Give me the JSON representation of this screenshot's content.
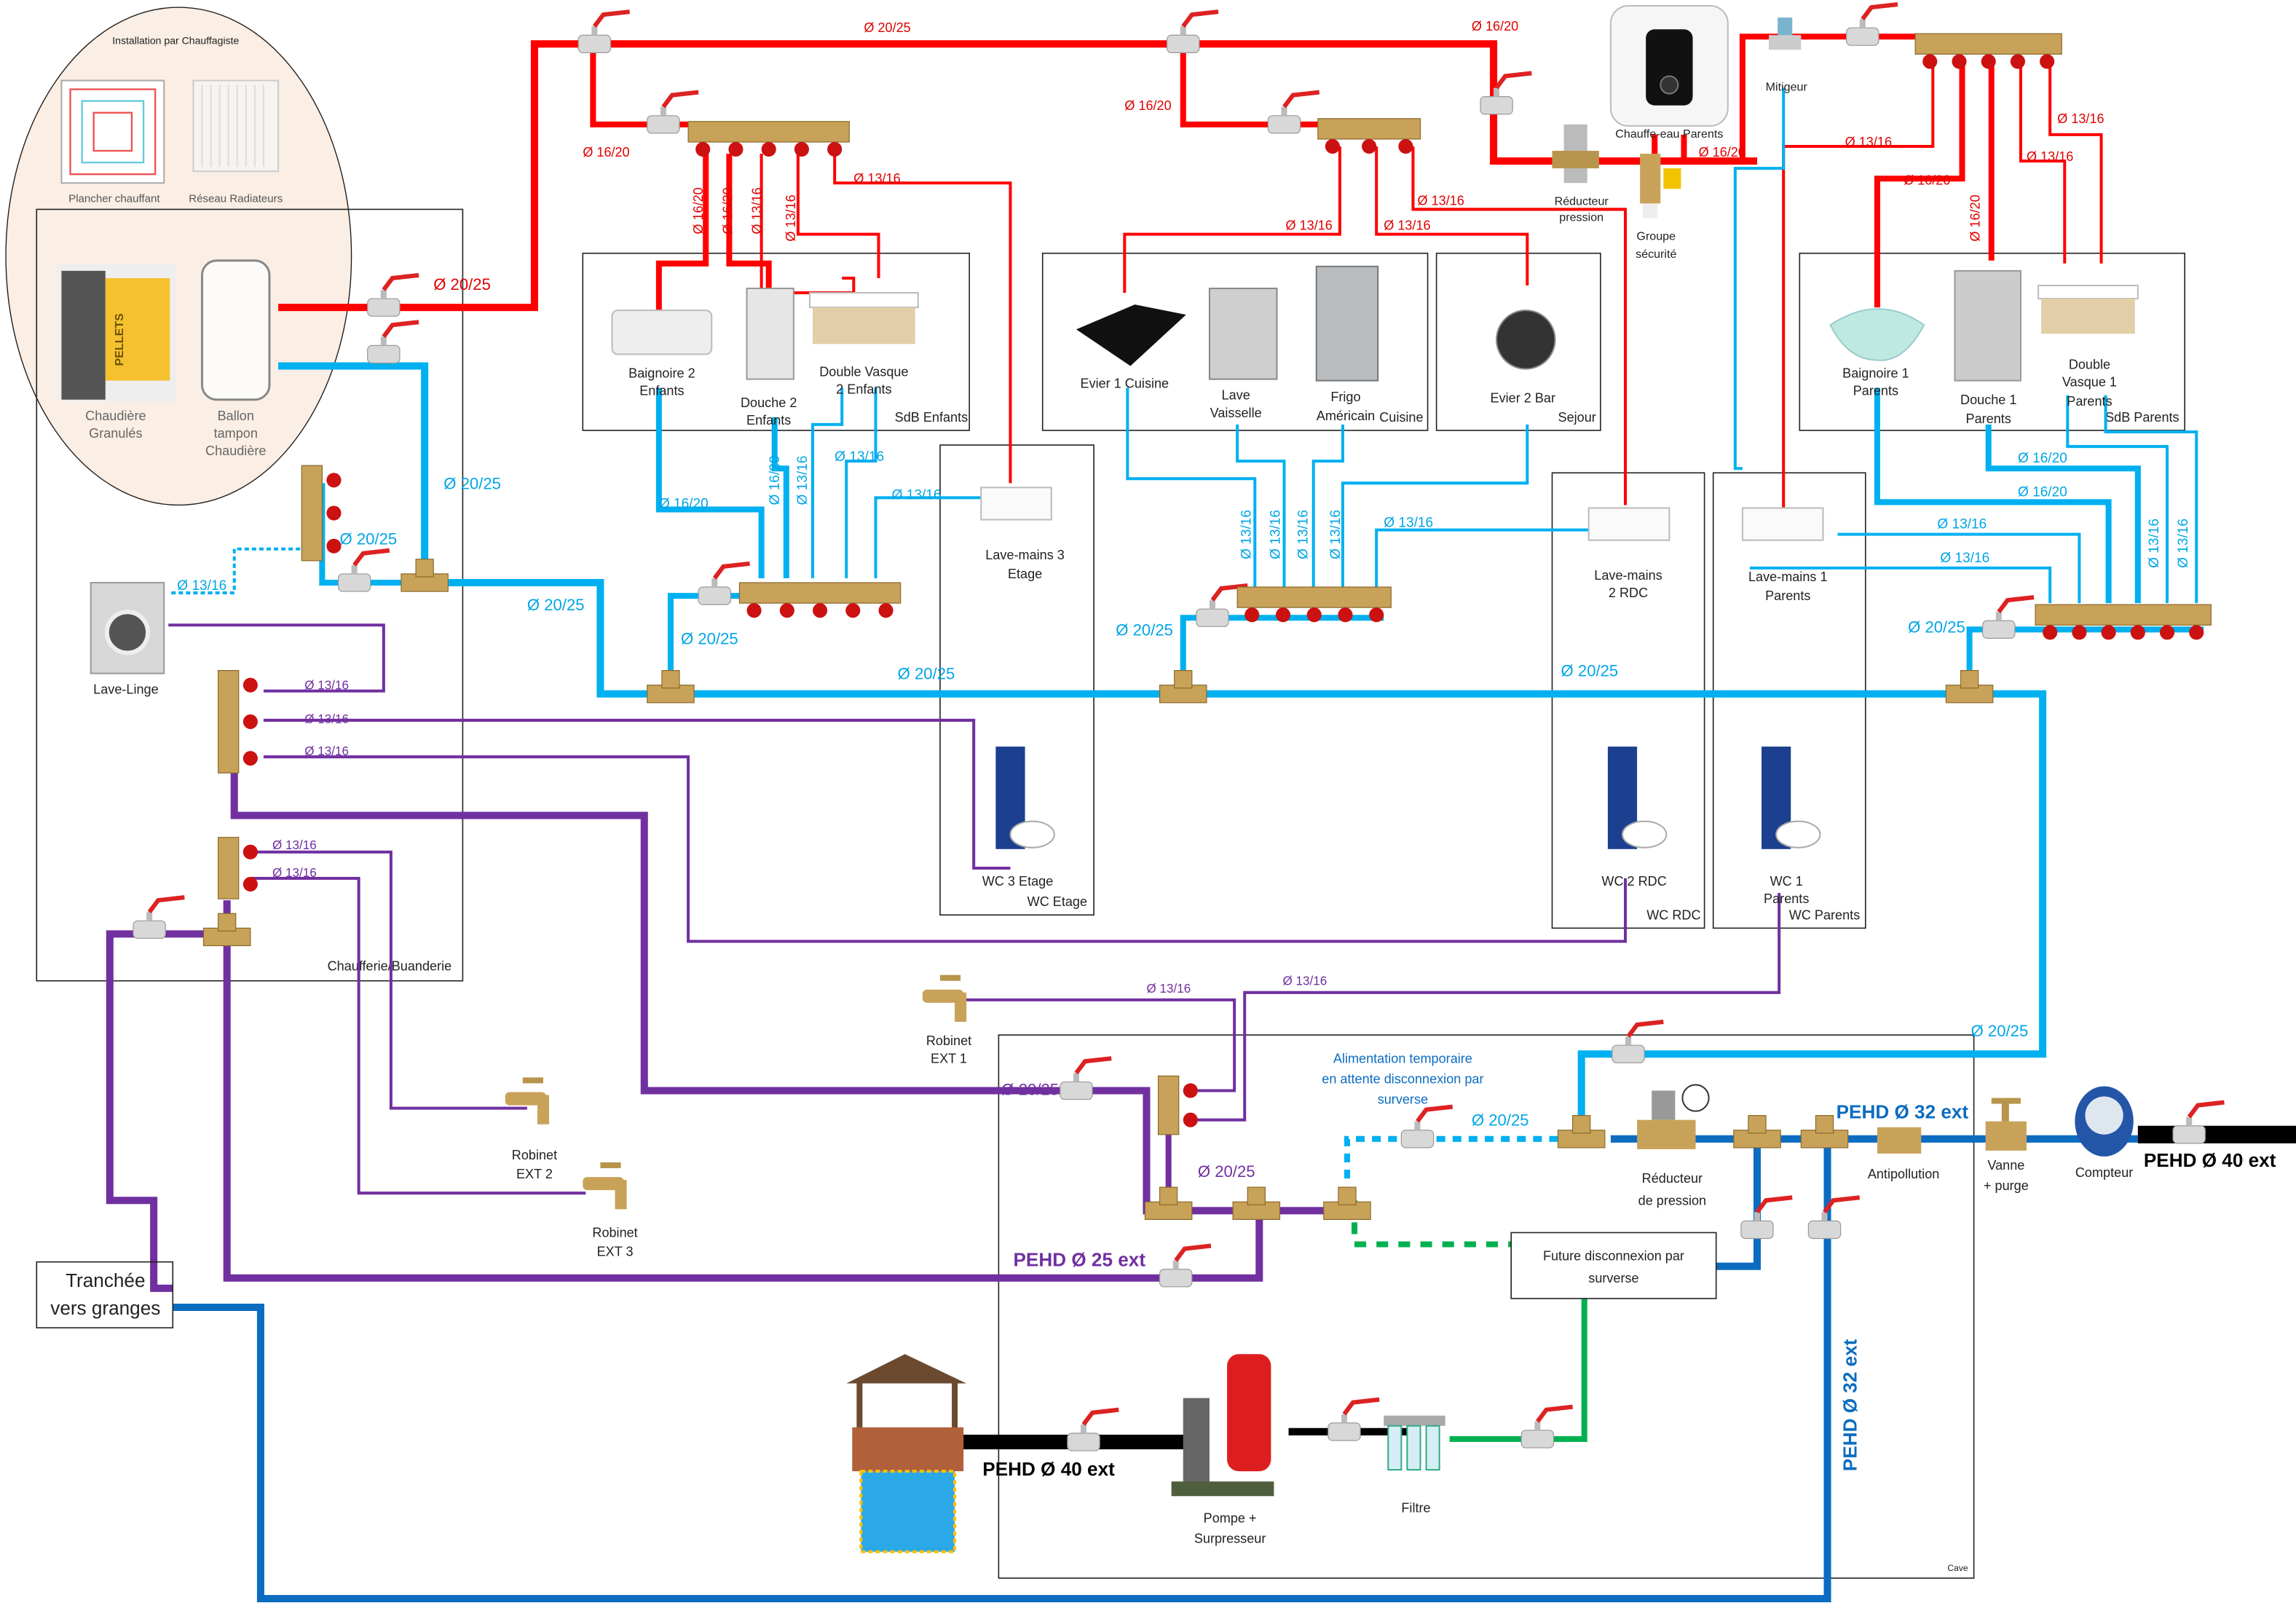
{
  "colors": {
    "hot": "#ff0000",
    "cold": "#00b0f0",
    "garden": "#7030a0",
    "main": "#0b6cc0",
    "well": "#000000",
    "filtered": "#00b050",
    "heating_zone": "#fbeee4"
  },
  "heating": {
    "title": "Installation par Chauffagiste",
    "plancher": "Plancher chauffant",
    "radiateurs": "Réseau Radiateurs",
    "chaudiere": [
      "Chaudière",
      "Granulés"
    ],
    "pellets": "PELLETS",
    "ballon": [
      "Ballon",
      "tampon",
      "Chaudière"
    ]
  },
  "rooms": {
    "chaufferie": "Chaufferie/Buanderie",
    "sdb_enfants": "SdB Enfants",
    "cuisine": "Cuisine",
    "sejour": "Sejour",
    "sdb_parents": "SdB Parents",
    "wc_etage": "WC Etage",
    "wc_rdc": "WC RDC",
    "wc_parents": "WC Parents",
    "cave": "Cave"
  },
  "fixtures": {
    "baignoire_2": [
      "Baignoire 2",
      "Enfants"
    ],
    "douche_2": [
      "Douche 2",
      "Enfants"
    ],
    "vasque_2": [
      "Double Vasque",
      "2 Enfants"
    ],
    "evier_1": "Evier 1 Cuisine",
    "lave_vaisselle": [
      "Lave",
      "Vaisselle"
    ],
    "frigo": [
      "Frigo",
      "Américain"
    ],
    "evier_2": "Evier 2 Bar",
    "baignoire_1": [
      "Baignoire 1",
      "Parents"
    ],
    "douche_1": [
      "Douche 1",
      "Parents"
    ],
    "vasque_1": [
      "Double",
      "Vasque 1",
      "Parents"
    ],
    "lave_mains_3": [
      "Lave-mains 3",
      "Etage"
    ],
    "lave_mains_2": [
      "Lave-mains",
      "2 RDC"
    ],
    "lave_mains_1": [
      "Lave-mains 1",
      "Parents"
    ],
    "wc_3": "WC 3 Etage",
    "wc_2": "WC 2 RDC",
    "wc_1": [
      "WC 1",
      "Parents"
    ],
    "lave_linge": "Lave-Linge",
    "robinet_ext_1": [
      "Robinet",
      "EXT 1"
    ],
    "robinet_ext_2": [
      "Robinet",
      "EXT 2"
    ],
    "robinet_ext_3": [
      "Robinet",
      "EXT 3"
    ]
  },
  "equipment": {
    "chauffe_eau": "Chauffe-eau Parents",
    "mitigeur": "Mitigeur",
    "reducteur_haut": [
      "Réducteur",
      "pression"
    ],
    "groupe_securite": [
      "Groupe",
      "sécurité"
    ],
    "reducteur_bas": [
      "Réducteur",
      "de pression"
    ],
    "antipollution": "Antipollution",
    "vanne": [
      "Vanne",
      "+ purge"
    ],
    "compteur": "Compteur",
    "pompe": [
      "Pompe +",
      "Surpresseur"
    ],
    "filtre": "Filtre",
    "future": [
      "Future disconnexion par",
      "surverse"
    ],
    "tranchee": [
      "Tranchée",
      "vers granges"
    ],
    "alimentation": [
      "Alimentation temporaire",
      "en attente disconnexion par",
      "surverse"
    ]
  },
  "pipe_labels": {
    "red": [
      "Ø 20/25",
      "Ø 16/20",
      "Ø 16/20",
      "Ø 16/20",
      "Ø 20/25",
      "Ø 13/16",
      "Ø 16/20",
      "Ø 16/20",
      "Ø 13/16",
      "Ø 13/16",
      "Ø 13/16",
      "Ø 13/16",
      "Ø 13/16",
      "Ø 16/20",
      "Ø 13/16",
      "Ø 16/20",
      "Ø 16/20",
      "Ø 13/16",
      "Ø 13/16"
    ],
    "blue": [
      "Ø 20/25",
      "Ø 20/25",
      "Ø 13/16",
      "Ø 20/25",
      "Ø 20/25",
      "Ø 20/25",
      "Ø 20/25",
      "Ø 20/25",
      "Ø 20/25",
      "Ø 16/20",
      "Ø 16/20",
      "Ø 13/16",
      "Ø 13/16",
      "Ø 13/16",
      "Ø 13/16",
      "Ø 13/16",
      "Ø 13/16",
      "Ø 13/16",
      "Ø 13/16",
      "Ø 16/20",
      "Ø 16/20",
      "Ø 13/16",
      "Ø 13/16",
      "Ø 13/16",
      "Ø 13/16",
      "Ø 20/25",
      "Ø 20/25"
    ],
    "purple": [
      "Ø 13/16",
      "Ø 13/16",
      "Ø 13/16",
      "Ø 13/16",
      "Ø 13/16",
      "Ø 13/16",
      "Ø 13/16",
      "Ø 20/25",
      "Ø 20/25",
      "PEHD Ø 25 ext"
    ],
    "main": [
      "PEHD Ø 32 ext",
      "PEHD Ø 32 ext"
    ],
    "well": [
      "PEHD Ø 40 ext",
      "PEHD Ø 40 ext"
    ]
  }
}
